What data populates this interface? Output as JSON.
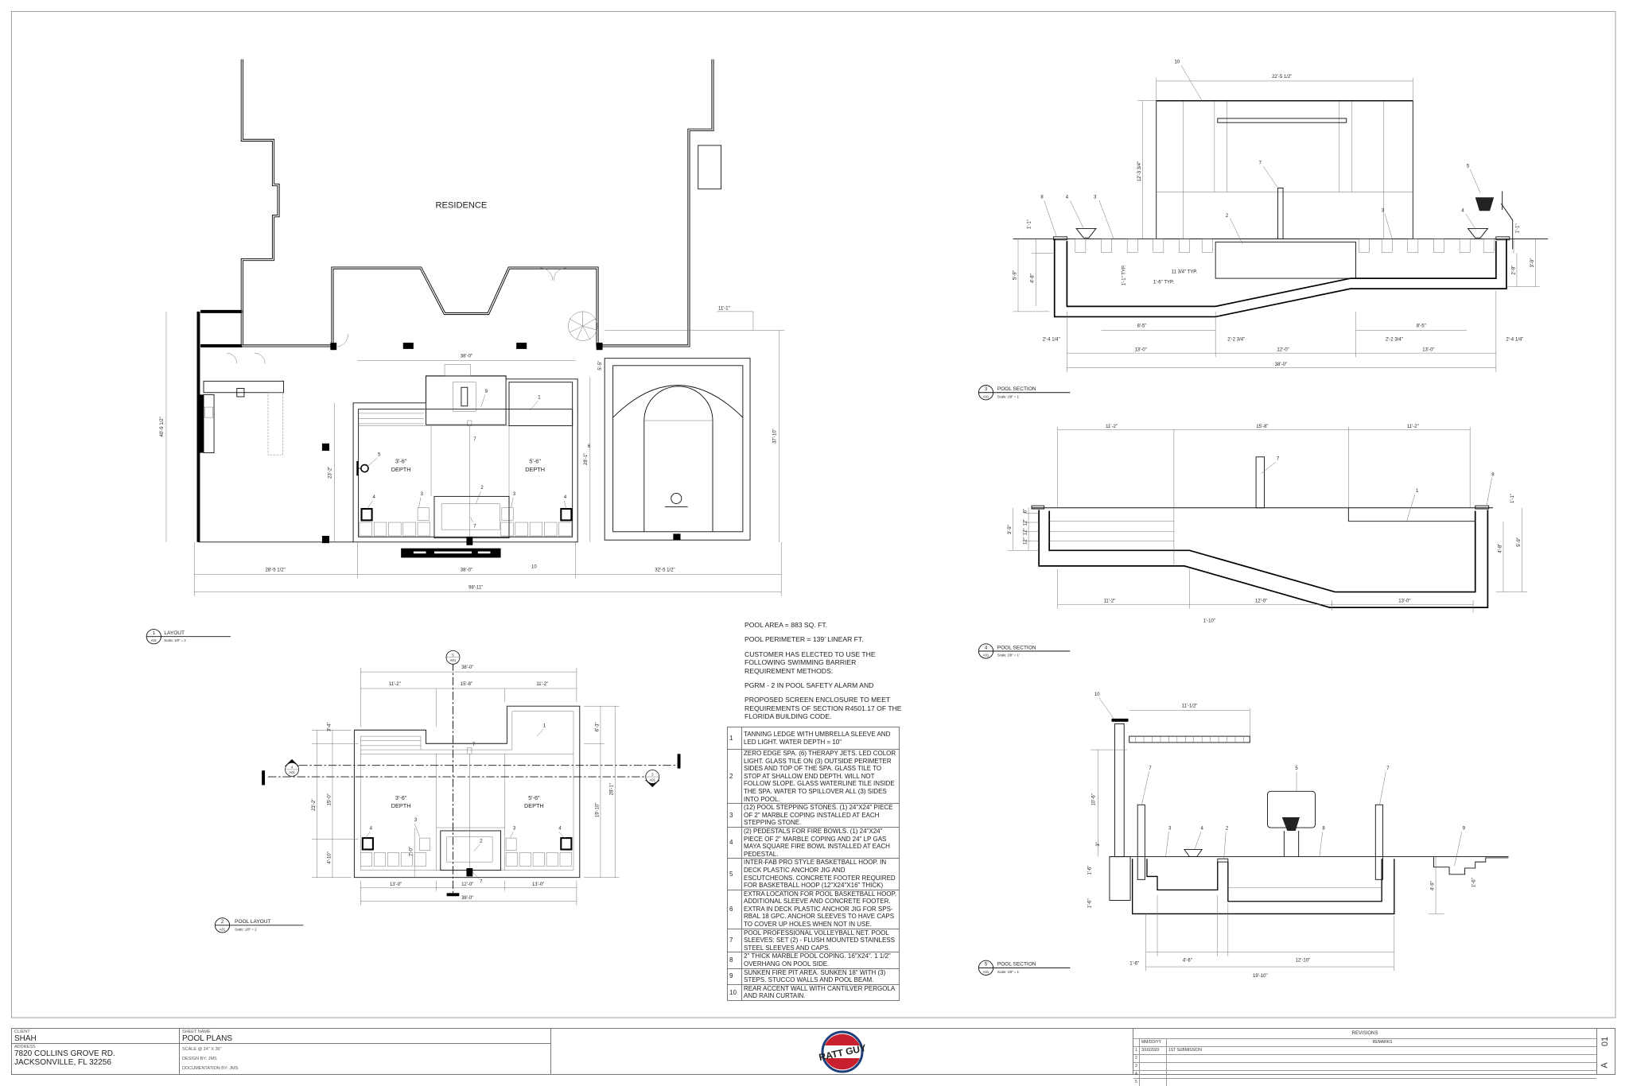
{
  "layout": {
    "number": "1",
    "sheet_ref": "A01",
    "title": "LAYOUT",
    "scale": "Scale: 1/8\" = 1'",
    "residence": "RESIDENCE",
    "depth_shallow": "3'-6\"",
    "depth_deep": "5'-6\"",
    "depth_word": "DEPTH",
    "dims": [
      "38'-0\"",
      "28'-5 1/2\"",
      "38'-0\"",
      "32'-5 1/2\"",
      "98'-11\"",
      "40'-9 1/2\"",
      "23'-2\"",
      "28'-1\"",
      "37'-10\"",
      "11'-1\"",
      "5'-5\""
    ],
    "callouts": [
      "9",
      "1",
      "7",
      "5",
      "6",
      "2",
      "3",
      "4",
      "3",
      "4",
      "7",
      "10"
    ]
  },
  "pool_layout": {
    "number": "2",
    "sheet_ref": "A01",
    "title": "POOL LAYOUT",
    "scale": "Scale: 1/8\" = 1'",
    "depth_shallow": "3'-6\"",
    "depth_deep": "5'-6\"",
    "depth_word": "DEPTH",
    "dims": [
      "38'-0\"",
      "11'-2\"",
      "15'-8\"",
      "11'-2\"",
      "13'-0\"",
      "12'-0\"",
      "13'-0\"",
      "38'-0\"",
      "3'-4\"",
      "23'-2\"",
      "15'-0\"",
      "4'-10\"",
      "7'-0\"",
      "6'-3\"",
      "19'-10\"",
      "28'-1\""
    ],
    "callouts": [
      "1",
      "7",
      "3",
      "4",
      "2",
      "3",
      "4",
      "7"
    ],
    "section_markers": [
      {
        "number": "5",
        "ref": "A01"
      },
      {
        "number": "4",
        "ref": "A01"
      },
      {
        "number": "3",
        "ref": "A01"
      }
    ]
  },
  "section_3": {
    "number": "3",
    "sheet_ref": "A01",
    "title": "POOL SECTION",
    "scale": "Scale: 1/8\" = 1'",
    "dims": [
      "22'-5 1/2\"",
      "12'-3 3/4\"",
      "1'-1\"",
      "5'-9\"",
      "4'-8\"",
      "1'-1\" TYP.",
      "11 3/4\" TYP.",
      "1'-6\" TYP.",
      "1'-1\"",
      "2'-8\"",
      "3'-9\"",
      "8'-5\"",
      "8'-5\"",
      "2'-4 1/4\"",
      "2'-2 3/4\"",
      "2'-2 3/4\"",
      "2'-4 1/4\"",
      "13'-0\"",
      "12'-0\"",
      "13'-0\"",
      "38'-0\""
    ],
    "callouts": [
      "10",
      "7",
      "5",
      "8",
      "4",
      "3",
      "2",
      "3",
      "4"
    ]
  },
  "section_4": {
    "number": "4",
    "sheet_ref": "A01",
    "title": "POOL SECTION",
    "scale": "Scale: 1/8\" = 1'",
    "dims": [
      "11'-2\"",
      "15'-8\"",
      "11'-2\"",
      "11'-2\"",
      "12'-0\"",
      "13'-0\"",
      "1'-10\"",
      "3'-9\"",
      "6\"",
      "12\"",
      "12\"",
      "12\"",
      "1'-1\"",
      "4'-8\"",
      "5'-9\""
    ],
    "callouts": [
      "7",
      "1",
      "8"
    ]
  },
  "section_5": {
    "number": "5",
    "sheet_ref": "A01",
    "title": "POOL SECTION",
    "scale": "Scale: 1/8\" = 1'",
    "dims": [
      "11'-1/2\"",
      "10'-6\"",
      "3\"",
      "1'-6\"",
      "1'-6\"",
      "4'-9\"",
      "1'-6\"",
      "1'-6\"",
      "4'-6\"",
      "12'-10\"",
      "19'-10\""
    ],
    "callouts": [
      "10",
      "7",
      "5",
      "7",
      "3",
      "4",
      "2",
      "8",
      "9"
    ]
  },
  "notes": [
    "POOL AREA = 883 SQ. FT.",
    "POOL PERIMETER = 139' LINEAR FT.",
    "CUSTOMER HAS ELECTED TO USE THE FOLLOWING SWIMMING BARRIER REQUIREMENT METHODS:",
    "PGRM - 2 IN POOL SAFETY ALARM AND",
    "PROPOSED SCREEN ENCLOSURE TO MEET REQUIREMENTS OF SECTION R4501.17 OF THE FLORIDA BUILDING CODE."
  ],
  "key_notes": [
    {
      "n": "1",
      "text": "TANNING LEDGE WITH UMBRELLA SLEEVE AND LED LIGHT. WATER DEPTH = 10\""
    },
    {
      "n": "2",
      "text": "ZERO EDGE SPA. (6) THERAPY JETS. LED COLOR LIGHT. GLASS TILE ON (3) OUTSIDE PERIMETER SIDES AND TOP OF THE SPA. GLASS TILE TO STOP AT SHALLOW END DEPTH. WILL NOT FOLLOW SLOPE. GLASS WATERLINE TILE INSIDE THE SPA. WATER TO SPILLOVER ALL (3) SIDES INTO POOL."
    },
    {
      "n": "3",
      "text": "(12) POOL STEPPING STONES. (1) 24\"X24\" PIECE OF 2\" MARBLE COPING INSTALLED AT EACH STEPPING STONE."
    },
    {
      "n": "4",
      "text": "(2) PEDESTALS FOR FIRE BOWLS. (1) 24\"X24\" PIECE OF 2\" MARBLE COPING AND 24\" LP GAS MAYA SQUARE FIRE BOWL INSTALLED AT EACH PEDESTAL."
    },
    {
      "n": "5",
      "text": "INTER-FAB PRO STYLE BASKETBALL HOOP. IN DECK PLASTIC ANCHOR JIG AND ESCUTCHEONS. CONCRETE FOOTER REQUIRED FOR BASKETBALL HOOP (12\"X24\"X16\" THICK)"
    },
    {
      "n": "6",
      "text": "EXTRA LOCATION FOR POOL BASKETBALL HOOP. ADDITIONAL SLEEVE AND CONCRETE FOOTER. EXTRA IN DECK PLASTIC ANCHOR JIG FOR SPS-RBAL 18 GPC. ANCHOR SLEEVES TO HAVE CAPS TO COVER UP HOLES WHEN NOT IN USE."
    },
    {
      "n": "7",
      "text": "POOL PROFESSIONAL VOLLEYBALL NET. POOL SLEEVES: SET (2) - FLUSH MOUNTED STAINLESS STEEL SLEEVES AND CAPS."
    },
    {
      "n": "8",
      "text": "2\" THICK MARBLE POOL COPING. 16\"X24\". 1 1/2\" OVERHANG ON POOL SIDE."
    },
    {
      "n": "9",
      "text": "SUNKEN FIRE PIT AREA. SUNKEN 18\" WITH (3) STEPS. STUCCO WALLS AND POOL BEAM."
    },
    {
      "n": "10",
      "text": "REAR ACCENT WALL WITH CANTILVER PERGOLA AND RAIN CURTAIN."
    }
  ],
  "title_block": {
    "client_label": "CLIENT",
    "client": "SHAH",
    "address_label": "ADDRESS",
    "address_line1": "7820 COLLINS GROVE RD.",
    "address_line2": "JACKSONVILLE, FL 32256",
    "sheet_name_label": "SHEET NAME",
    "sheet_name": "POOL PLANS",
    "scale": "SCALE @ 24\" X 36\"",
    "design_by": "DESIGN BY: JMS",
    "documentation_by": "DOCUMENTATION BY: JMS",
    "logo_text": "PRATT GUYS",
    "revisions_label": "REVISIONS",
    "date_header": "MM/DD/YY",
    "remarks_header": "REMARKS",
    "revisions": [
      {
        "n": "1",
        "date": "3/16/2020",
        "remark": "1ST SUBMISSION"
      },
      {
        "n": "2",
        "date": "",
        "remark": ""
      },
      {
        "n": "3",
        "date": "",
        "remark": ""
      },
      {
        "n": "4",
        "date": "",
        "remark": ""
      },
      {
        "n": "5",
        "date": "",
        "remark": ""
      }
    ],
    "sheet_letter": "A",
    "sheet_number": "01"
  },
  "colors": {
    "line": "#111111",
    "logo_red": "#c8202f",
    "logo_blue": "#1f3f7a"
  }
}
